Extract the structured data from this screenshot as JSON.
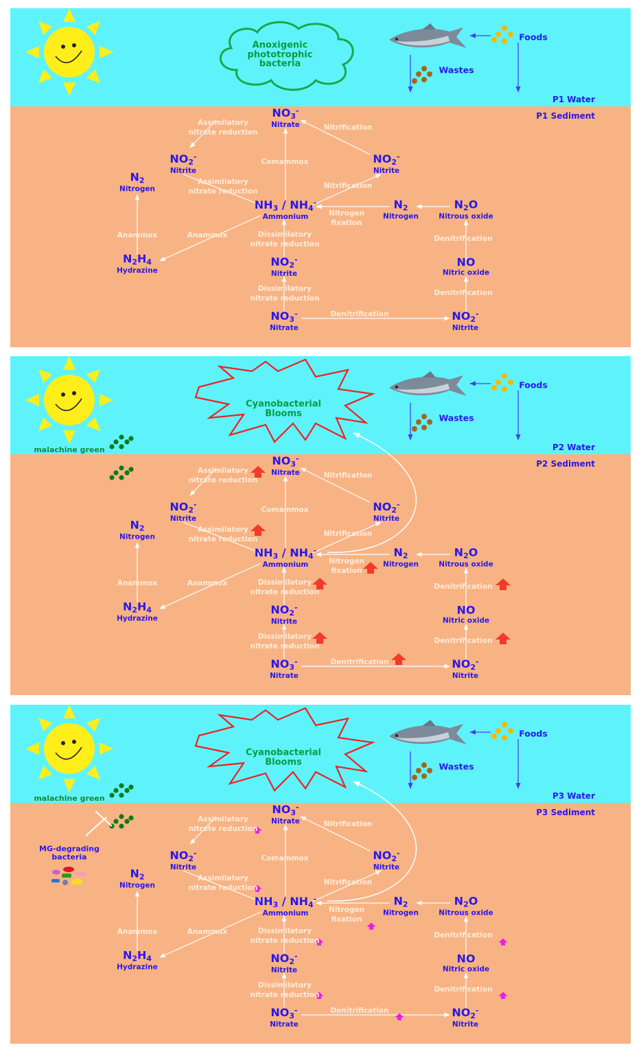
{
  "panels": [
    {
      "water_label": "P1 Water",
      "sediment_label": "P1 Sediment",
      "organism_label": "Anoxigenic\nphototrophic\nbacteria",
      "has_mg": false,
      "mg_label": "",
      "has_bacteria": false,
      "bacteria_label": "",
      "indicator": "none"
    },
    {
      "water_label": "P2 Water",
      "sediment_label": "P2 Sediment",
      "organism_label": "Cyanobacterial\nBlooms",
      "has_mg": true,
      "mg_label": "malachine green",
      "has_bacteria": false,
      "bacteria_label": "",
      "indicator": "large-red"
    },
    {
      "water_label": "P3 Water",
      "sediment_label": "P3 Sediment",
      "organism_label": "Cyanobacterial\nBlooms",
      "has_mg": true,
      "mg_label": "malachine green",
      "has_bacteria": true,
      "bacteria_label": "MG-degrading\nbacteria",
      "indicator": "small-magenta"
    }
  ],
  "labels": {
    "foods": "Foods",
    "wastes": "Wastes"
  },
  "species": {
    "no3_top": {
      "formula": "NO<sub>3</sub><sup>-</sup>",
      "name": "Nitrate"
    },
    "no2_left": {
      "formula": "NO<sub>2</sub><sup>-</sup>",
      "name": "Nitrite"
    },
    "no2_right": {
      "formula": "NO<sub>2</sub><sup>-</sup>",
      "name": "Nitrite"
    },
    "n2_left": {
      "formula": "N<sub>2</sub>",
      "name": "Nitrogen"
    },
    "nh": {
      "formula": "NH<sub>3</sub> / NH<sub>4</sub><sup>-</sup>",
      "name": "Ammonium"
    },
    "n2_mid": {
      "formula": "N<sub>2</sub>",
      "name": "Nitrogen"
    },
    "n2o": {
      "formula": "N<sub>2</sub>O",
      "name": "Nitrous oxide"
    },
    "n2h4": {
      "formula": "N<sub>2</sub>H<sub>4</sub>",
      "name": "Hydrazine"
    },
    "no2_mid": {
      "formula": "NO<sub>2</sub><sup>-</sup>",
      "name": "Nitrite"
    },
    "no": {
      "formula": "NO",
      "name": "Nitric oxide"
    },
    "no3_bot": {
      "formula": "NO<sub>3</sub><sup>-</sup>",
      "name": "Nitrate"
    },
    "no2_bot": {
      "formula": "NO<sub>2</sub><sup>-</sup>",
      "name": "Nitrite"
    }
  },
  "processes": {
    "assim1": "Assimilatory\nnitrate reduction",
    "assim2": "Assimilatory\nnitrate reduction",
    "nitrif1": "Nitrification",
    "nitrif2": "Nitrification",
    "comammox": "Comammox",
    "nfix": "Nitrogen\nfixation",
    "anammox1": "Anammox",
    "anammox2": "Anammox",
    "dissim1": "Dissimilatory\nnitrate reduction",
    "dissim2": "Dissimilatory\nnitrate reduction",
    "denit1": "Denitrification",
    "denit2": "Denitrification",
    "denit3": "Denitrification"
  },
  "colors": {
    "water": "#5ef3fb",
    "sediment": "#f8b384",
    "text_blue": "#2a18e8",
    "red_arrow": "#f23a2a",
    "magenta_arrow": "#e81ee8",
    "green_dot": "#0b7a1c",
    "waste_dot": "#a8641a",
    "food_dot": "#f5b800",
    "sun": "#ffee1a"
  },
  "icons": [
    "sun-icon",
    "fish-icon",
    "food-dots-icon",
    "waste-dots-icon",
    "malachite-green-dots-icon",
    "increase-arrow-icon",
    "inhibition-icon",
    "bacteria-icon"
  ]
}
